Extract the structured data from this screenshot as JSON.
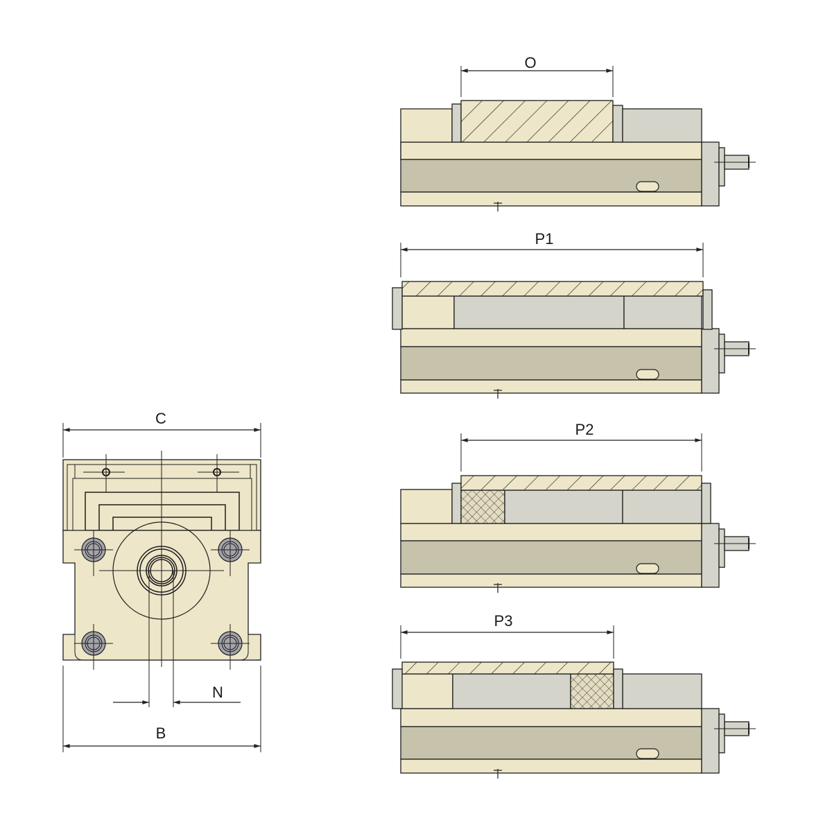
{
  "labels": {
    "O": "O",
    "P1": "P1",
    "P2": "P2",
    "P3": "P3",
    "C": "C",
    "B": "B",
    "N": "N"
  },
  "colors": {
    "body": "#ede6c8",
    "jaw": "#d4d4ca",
    "band": "#c6c2ab",
    "bolt": "#a3a3aa",
    "line": "#1e1e1e"
  }
}
